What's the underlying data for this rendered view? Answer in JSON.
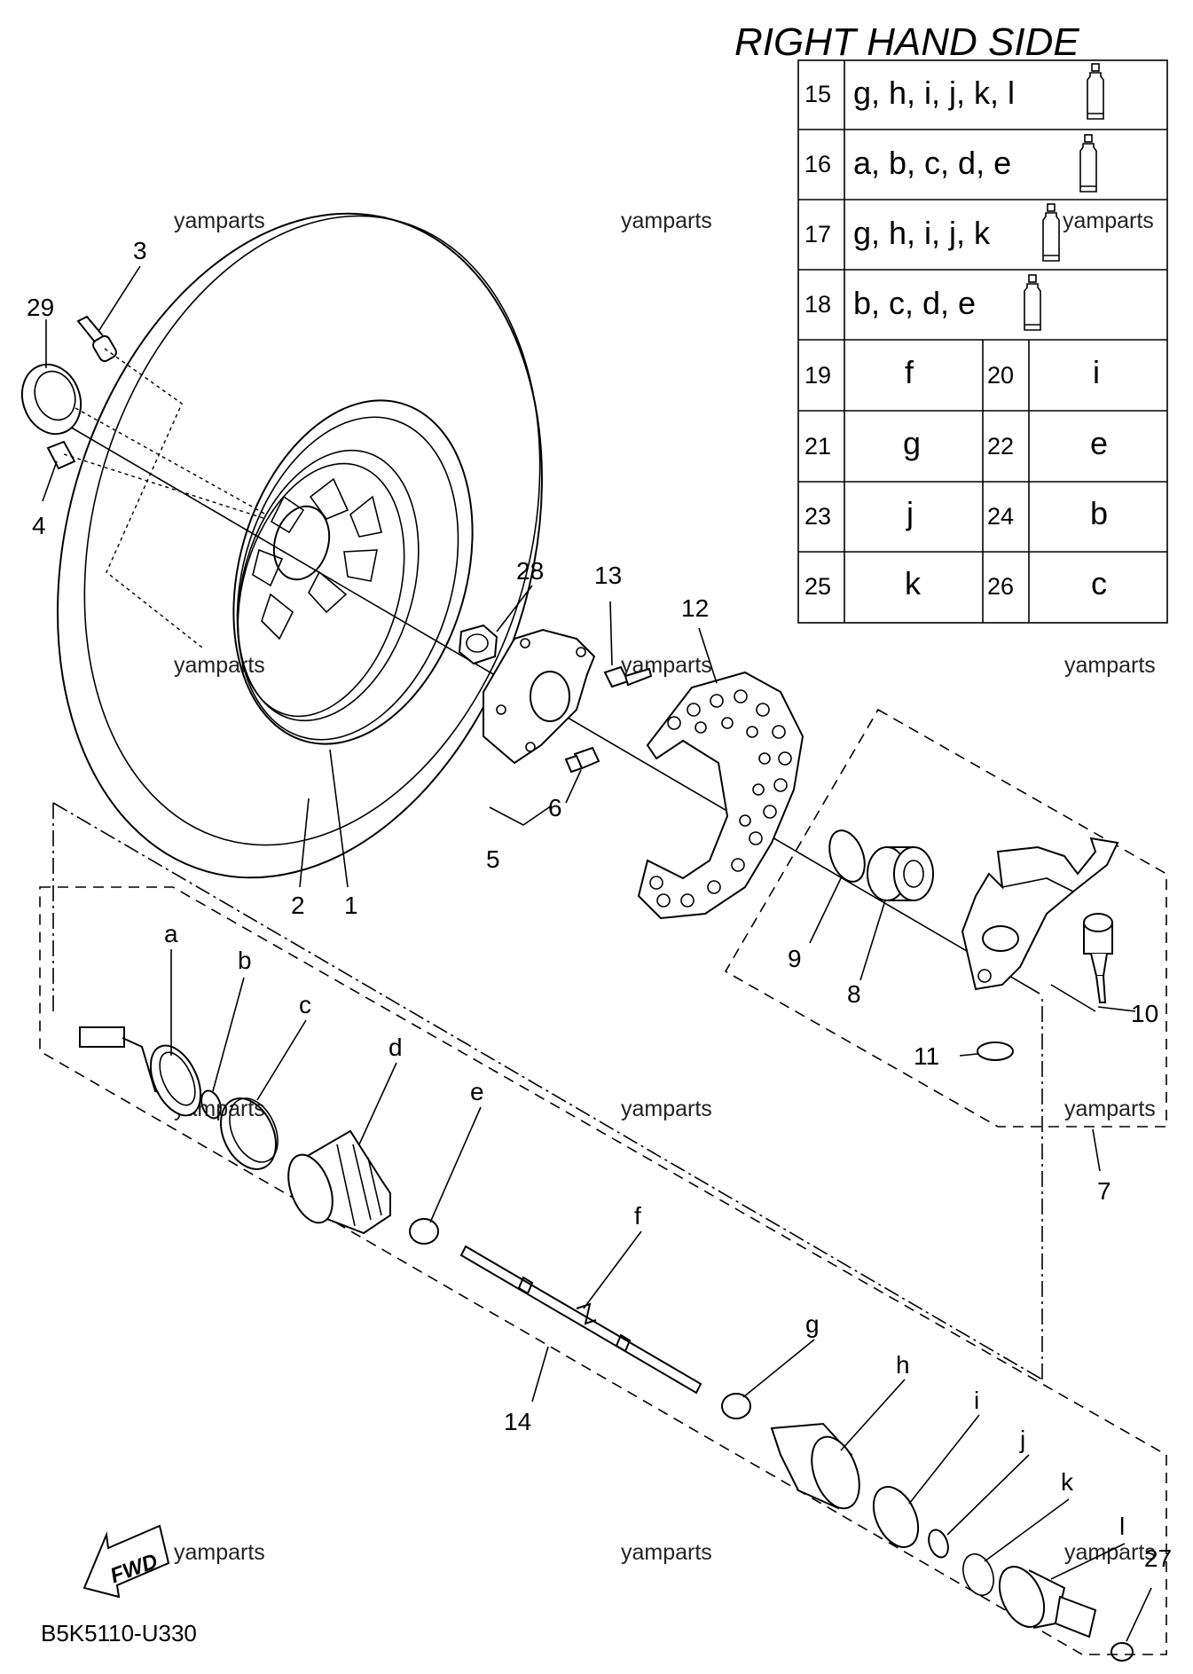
{
  "title": "RIGHT HAND SIDE",
  "diagram_code": "B5K5110-U330",
  "fwd_label": "FWD",
  "watermark": "yamparts",
  "kit_table": {
    "rows": [
      {
        "num": "15",
        "letters": "g, h, i, j, k, l",
        "icon": "grease-tube-icon"
      },
      {
        "num": "16",
        "letters": "a, b, c, d, e",
        "icon": "grease-tube-icon"
      },
      {
        "num": "17",
        "letters": "g, h, i, j, k",
        "icon": "grease-tube-icon"
      },
      {
        "num": "18",
        "letters": "b, c, d, e",
        "icon": "grease-tube-icon"
      }
    ],
    "pairs": [
      {
        "n1": "19",
        "v1": "f",
        "n2": "20",
        "v2": "i"
      },
      {
        "n1": "21",
        "v1": "g",
        "n2": "22",
        "v2": "e"
      },
      {
        "n1": "23",
        "v1": "j",
        "n2": "24",
        "v2": "b"
      },
      {
        "n1": "25",
        "v1": "k",
        "n2": "26",
        "v2": "c"
      }
    ]
  },
  "callouts": {
    "c1": "1",
    "c2": "2",
    "c3": "3",
    "c4": "4",
    "c5": "5",
    "c6": "6",
    "c7": "7",
    "c8": "8",
    "c9": "9",
    "c10": "10",
    "c11": "11",
    "c12": "12",
    "c13": "13",
    "c14": "14",
    "c27": "27",
    "c28": "28",
    "c29": "29",
    "ca": "a",
    "cb": "b",
    "cc": "c",
    "cd": "d",
    "ce": "e",
    "cf": "f",
    "cg": "g",
    "ch": "h",
    "ci": "i",
    "cj": "j",
    "ck": "k",
    "cl": "l"
  }
}
